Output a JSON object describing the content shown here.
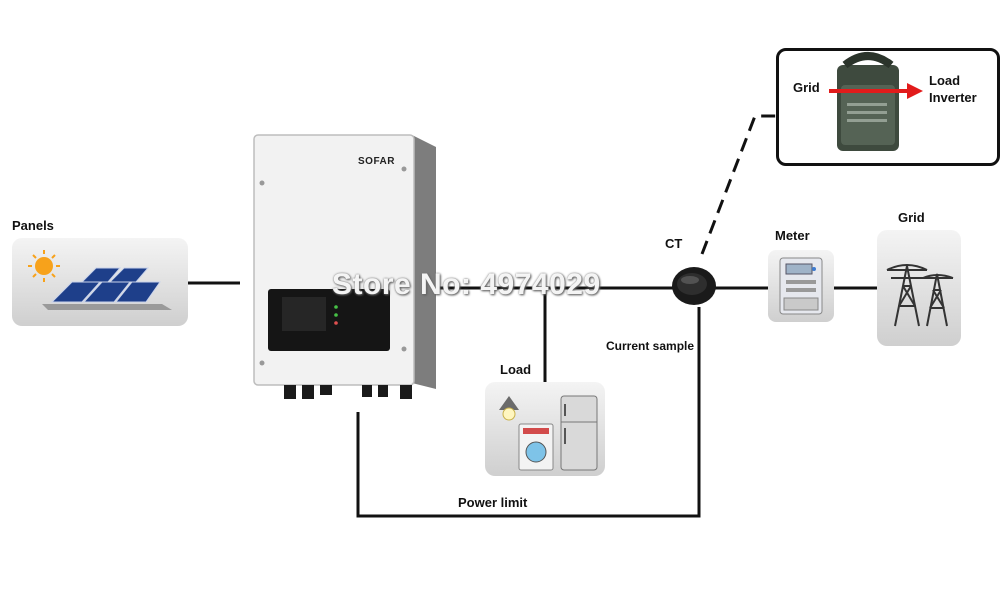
{
  "labels": {
    "panels": "Panels",
    "ct": "CT",
    "meter": "Meter",
    "grid": "Grid",
    "load": "Load",
    "current_sample": "Current sample",
    "power_limit": "Power limit"
  },
  "inset": {
    "grid": "Grid",
    "load": "Load",
    "inverter": "Inverter"
  },
  "inverter": {
    "brand": "SOFAR"
  },
  "watermark": "Store No: 4974029"
}
